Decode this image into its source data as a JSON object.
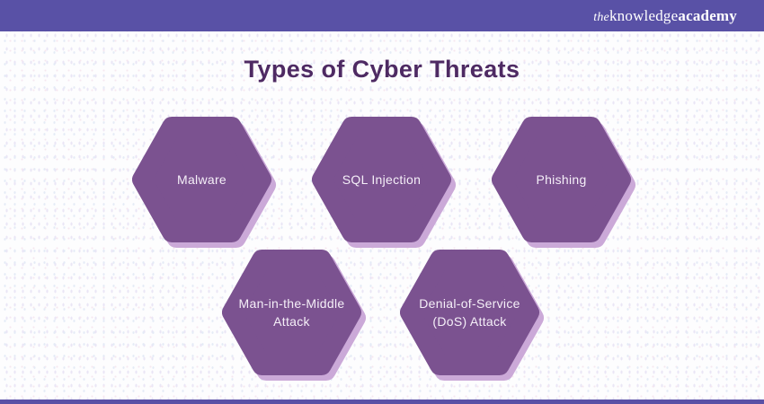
{
  "header": {
    "logo": {
      "prefix": "the",
      "middle": "knowledge",
      "suffix": "academy"
    }
  },
  "title": "Types of Cyber Threats",
  "diagram": {
    "items": [
      {
        "label": "Malware"
      },
      {
        "label": "SQL Injection"
      },
      {
        "label": "Phishing"
      },
      {
        "label": "Man-in-the-Middle Attack"
      },
      {
        "label": "Denial-of-Service (DoS) Attack"
      }
    ]
  },
  "colors": {
    "bar": "#5951A6",
    "hex_fill": "#7B5290",
    "hex_shadow": "#CBA9D8",
    "title": "#4E2A63",
    "hex_text": "#F5EFF8",
    "logo_text": "#FFFFFF"
  }
}
